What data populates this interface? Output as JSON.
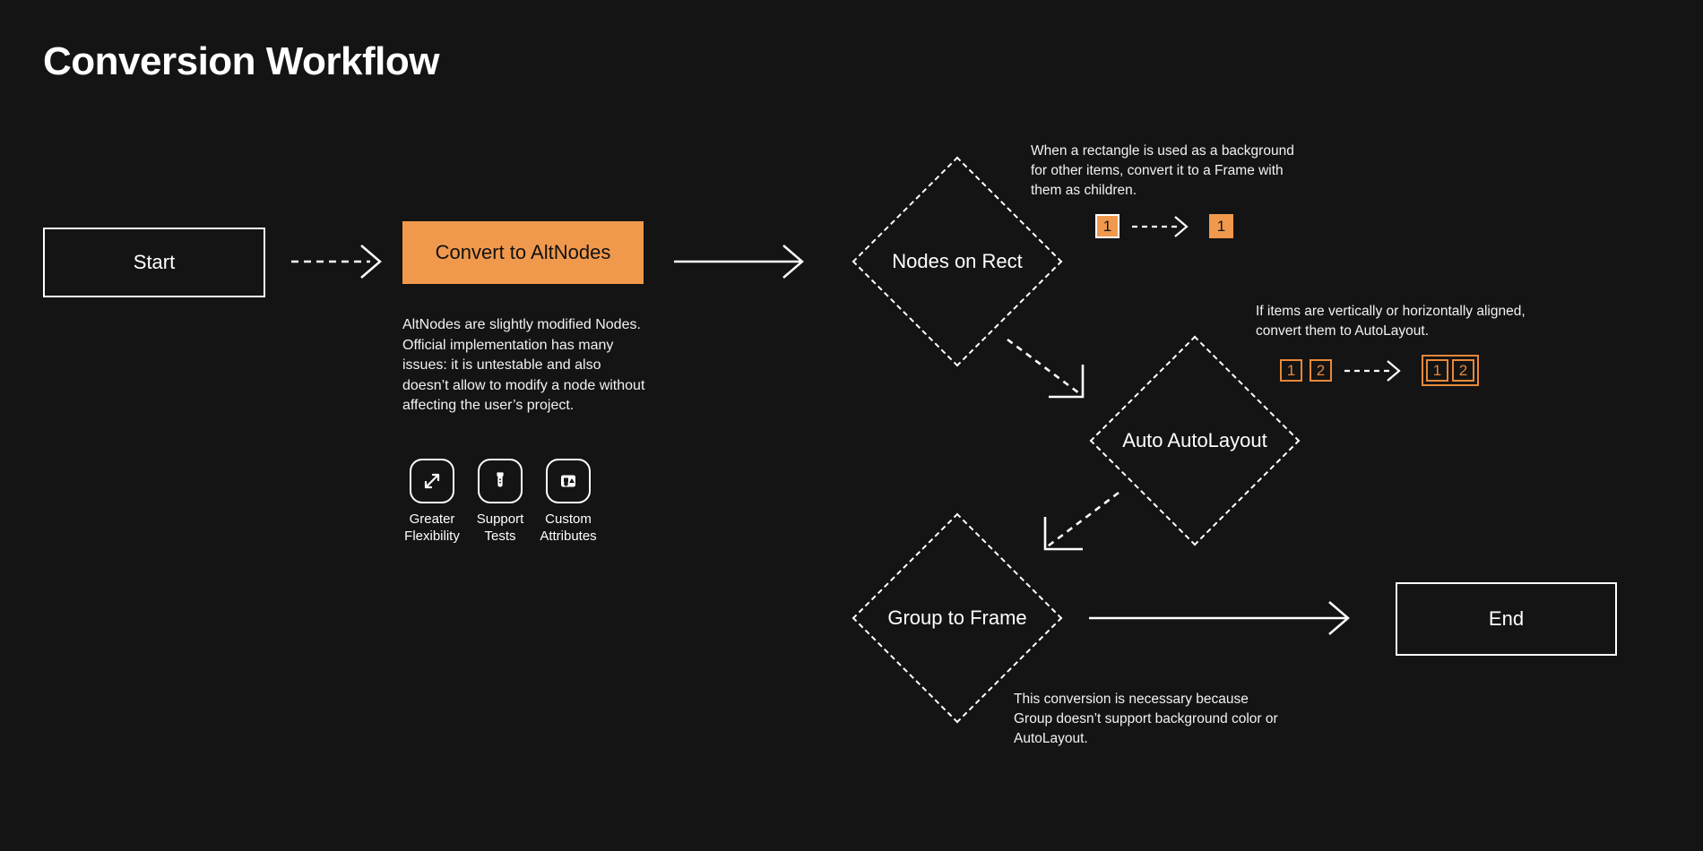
{
  "page": {
    "title": "Conversion Workflow",
    "background_color": "#141414",
    "accent_color": "#f0994d",
    "accent_outline_color": "#e8883a",
    "text_color": "#ffffff"
  },
  "nodes": {
    "start": {
      "label": "Start",
      "shape": "rectangle"
    },
    "convert": {
      "label": "Convert to AltNodes",
      "shape": "rectangle-filled",
      "fill": "#f0994d"
    },
    "nodes_on_rect": {
      "label": "Nodes on Rect",
      "shape": "diamond"
    },
    "auto_autolayout": {
      "label": "Auto AutoLayout",
      "shape": "diamond"
    },
    "group_to_frame": {
      "label": "Group to Frame",
      "shape": "diamond"
    },
    "end": {
      "label": "End",
      "shape": "rectangle"
    }
  },
  "convert_details": {
    "description": "AltNodes are slightly modified Nodes. Official implementation has many issues: it is untestable and also doesn’t allow to modify a node without affecting the user’s project.",
    "features": [
      {
        "icon": "expand-arrows-icon",
        "label": "Greater Flexibility"
      },
      {
        "icon": "test-tube-icon",
        "label": "Support Tests"
      },
      {
        "icon": "shapes-icon",
        "label": "Custom Attributes"
      }
    ]
  },
  "annotations": {
    "nodes_on_rect": {
      "text": "When a rectangle is used as a background for other items, convert it to a Frame with them as children.",
      "before": [
        {
          "value": "1",
          "style": "solid-bordered"
        }
      ],
      "after": [
        {
          "value": "1",
          "style": "solid"
        }
      ],
      "arrow": "dashed-arrow-right"
    },
    "auto_autolayout": {
      "text": "If items are vertically or horizontally aligned, convert them to AutoLayout.",
      "before": [
        {
          "value": "1",
          "style": "outline"
        },
        {
          "value": "2",
          "style": "outline"
        }
      ],
      "after_group": [
        {
          "value": "1",
          "style": "outline"
        },
        {
          "value": "2",
          "style": "outline"
        }
      ],
      "arrow": "dashed-arrow-right"
    },
    "group_to_frame": {
      "text": "This conversion is necessary because Group doesn’t support background color or AutoLayout."
    }
  },
  "edges": [
    {
      "from": "start",
      "to": "convert",
      "style": "dashed",
      "head": "chevron"
    },
    {
      "from": "convert",
      "to": "nodes_on_rect",
      "style": "solid",
      "head": "chevron"
    },
    {
      "from": "nodes_on_rect",
      "to": "auto_autolayout",
      "style": "dashed-diagonal",
      "head": "corner"
    },
    {
      "from": "auto_autolayout",
      "to": "group_to_frame",
      "style": "dashed-diagonal",
      "head": "corner"
    },
    {
      "from": "group_to_frame",
      "to": "end",
      "style": "solid",
      "head": "chevron"
    }
  ]
}
